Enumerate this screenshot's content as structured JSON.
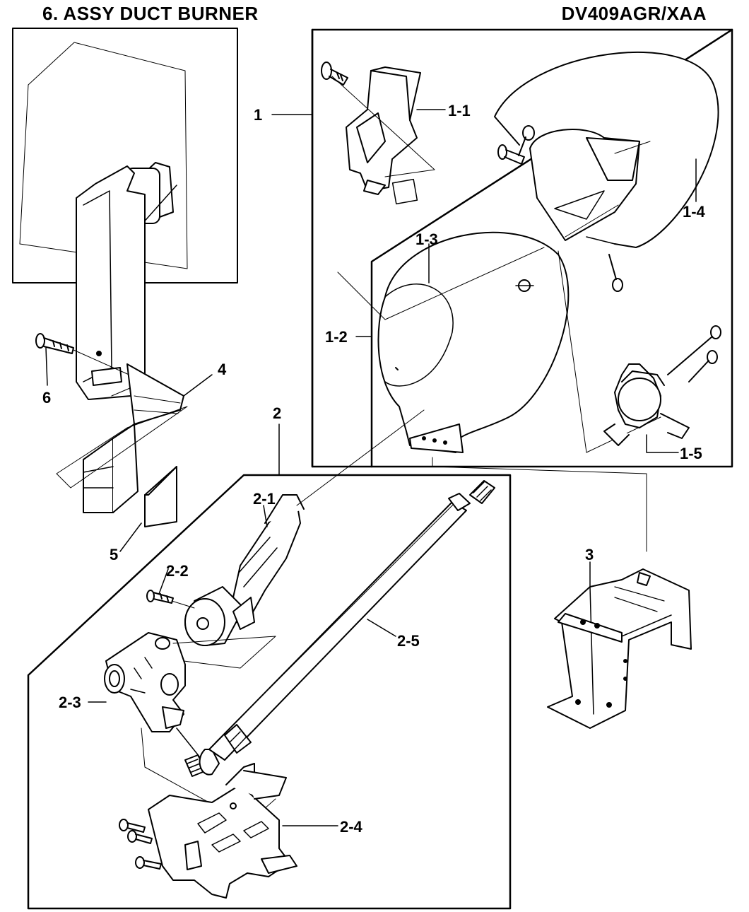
{
  "header": {
    "title": "6. ASSY DUCT BURNER",
    "model": "DV409AGR/XAA"
  },
  "callouts": {
    "c1": "1",
    "c1_1": "1-1",
    "c1_2": "1-2",
    "c1_3": "1-3",
    "c1_4": "1-4",
    "c1_5": "1-5",
    "c2": "2",
    "c2_1": "2-1",
    "c2_2": "2-2",
    "c2_3": "2-3",
    "c2_4": "2-4",
    "c2_5": "2-5",
    "c3": "3",
    "c4": "4",
    "c5": "5",
    "c6": "6"
  },
  "colors": {
    "line": "#000000",
    "fill": "#ffffff",
    "shade": "#d9d9d9",
    "dark": "#7a7a7a"
  }
}
